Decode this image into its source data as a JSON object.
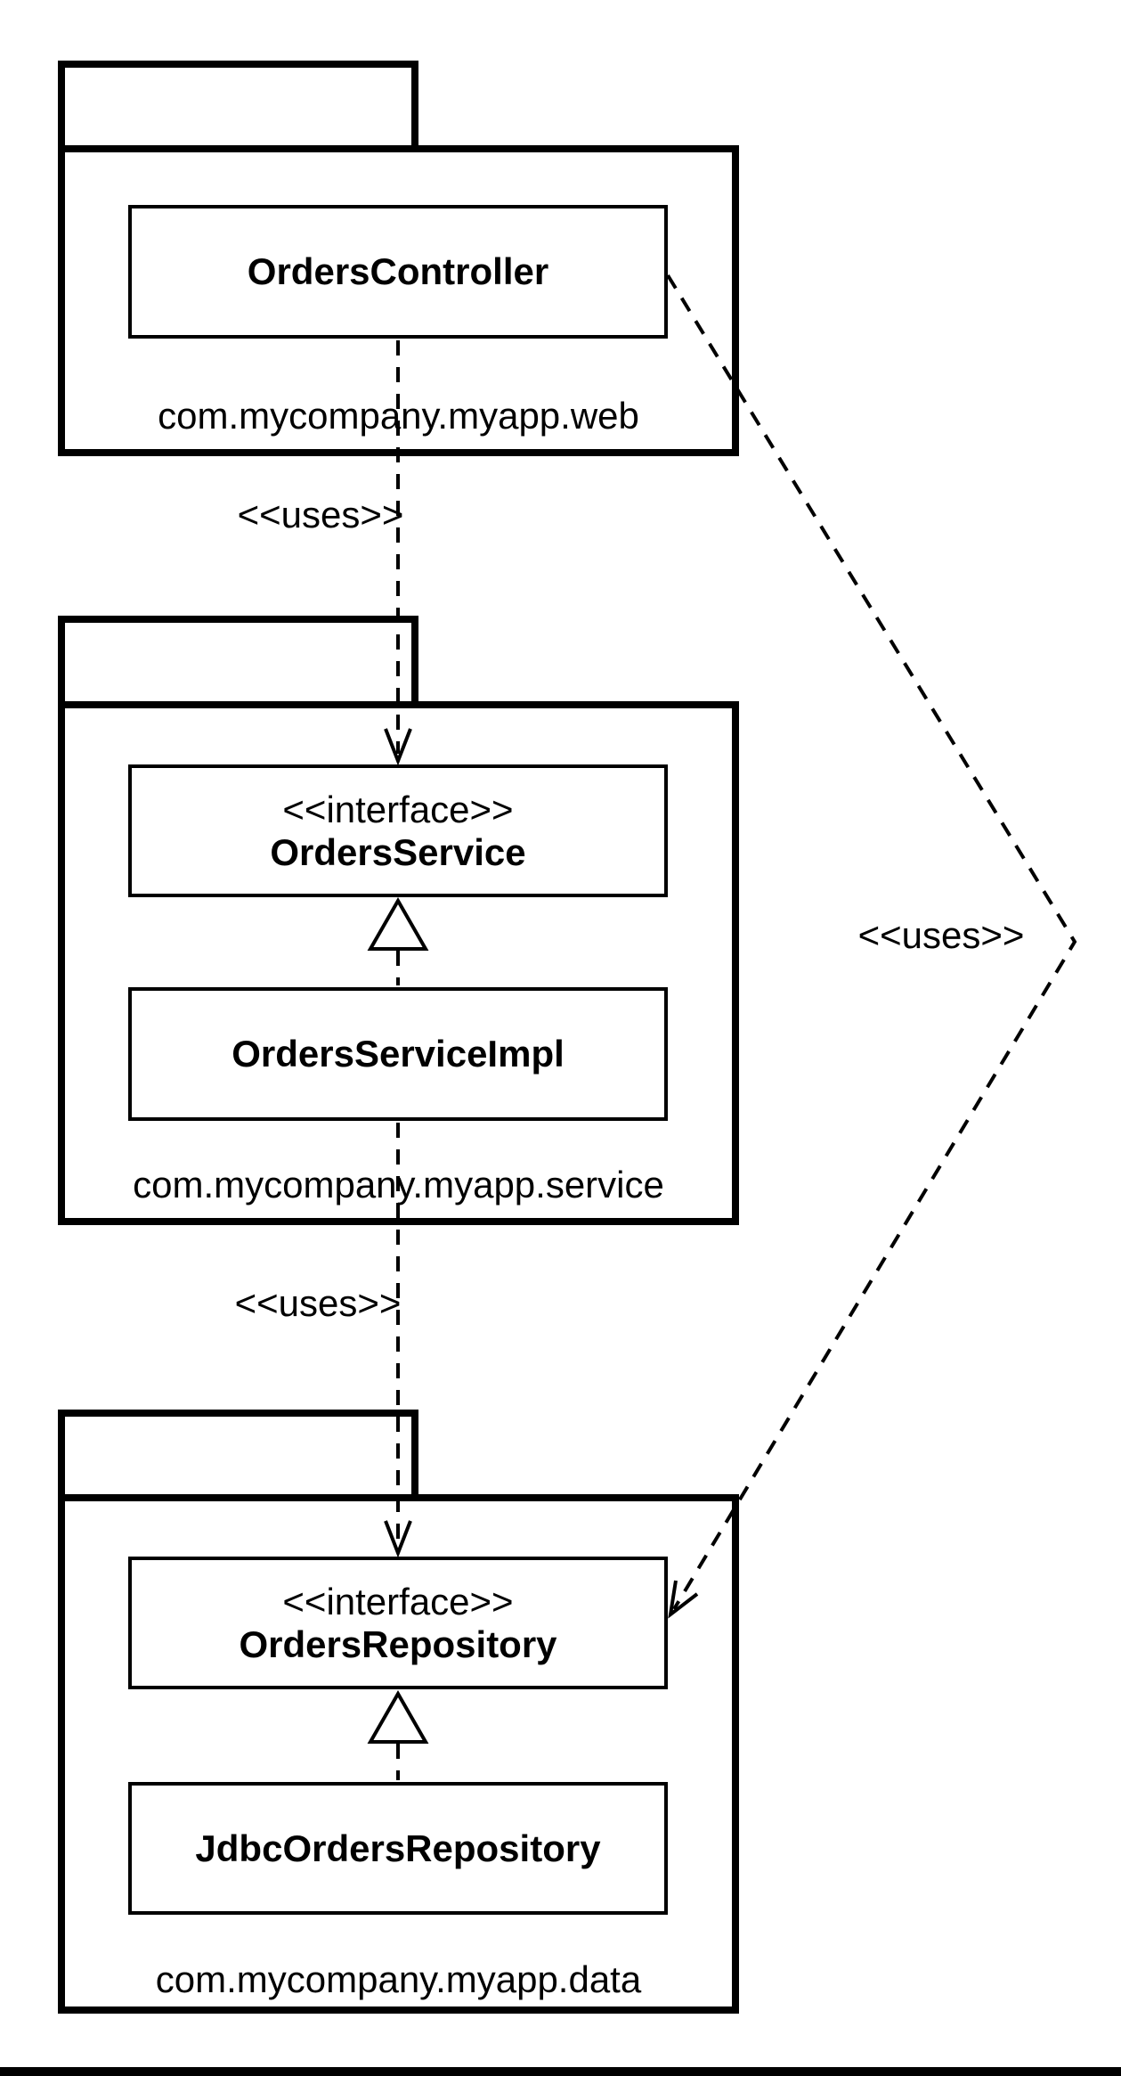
{
  "diagram": {
    "kind": "uml-package-diagram",
    "packages": [
      {
        "name": "com.mycompany.myapp.web",
        "classes": [
          {
            "stereotype": "",
            "name": "OrdersController"
          }
        ]
      },
      {
        "name": "com.mycompany.myapp.service",
        "classes": [
          {
            "stereotype": "<<interface>>",
            "name": "OrdersService"
          },
          {
            "stereotype": "",
            "name": "OrdersServiceImpl"
          }
        ]
      },
      {
        "name": "com.mycompany.myapp.data",
        "classes": [
          {
            "stereotype": "<<interface>>",
            "name": "OrdersRepository"
          },
          {
            "stereotype": "",
            "name": "JdbcOrdersRepository"
          }
        ]
      }
    ],
    "dependencies": [
      {
        "from": "OrdersController",
        "to": "OrdersService",
        "label": "<<uses>>"
      },
      {
        "from": "OrdersServiceImpl",
        "to": "OrdersRepository",
        "label": "<<uses>>"
      },
      {
        "from": "OrdersController",
        "to": "OrdersRepository",
        "label": "<<uses>>"
      }
    ],
    "realizations": [
      {
        "from": "OrdersServiceImpl",
        "to": "OrdersService"
      },
      {
        "from": "JdbcOrdersRepository",
        "to": "OrdersRepository"
      }
    ],
    "colors": {
      "line": "#000000",
      "background": "#ffffff"
    }
  }
}
